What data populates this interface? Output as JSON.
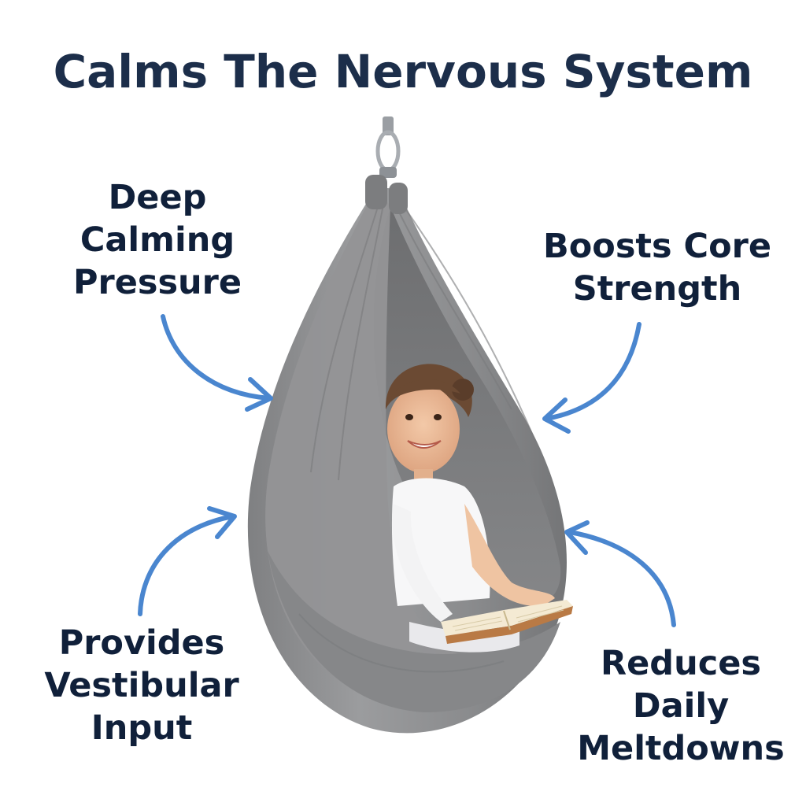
{
  "headline": "Calms The Nervous System",
  "callouts": {
    "top_left": [
      "Deep",
      "Calming",
      "Pressure"
    ],
    "top_right": [
      "Boosts Core",
      "Strength"
    ],
    "bottom_left": [
      "Provides",
      "Vestibular",
      "Input"
    ],
    "bottom_right": [
      "Reduces",
      "Daily",
      "Meltdowns"
    ]
  },
  "colors": {
    "headline": "#1c2e4a",
    "callout_text": "#10203a",
    "arrow": "#4a86cf",
    "swing_fabric": "#8e8f91",
    "background": "#ffffff"
  },
  "image": {
    "subject": "sensory-swing-photo"
  }
}
